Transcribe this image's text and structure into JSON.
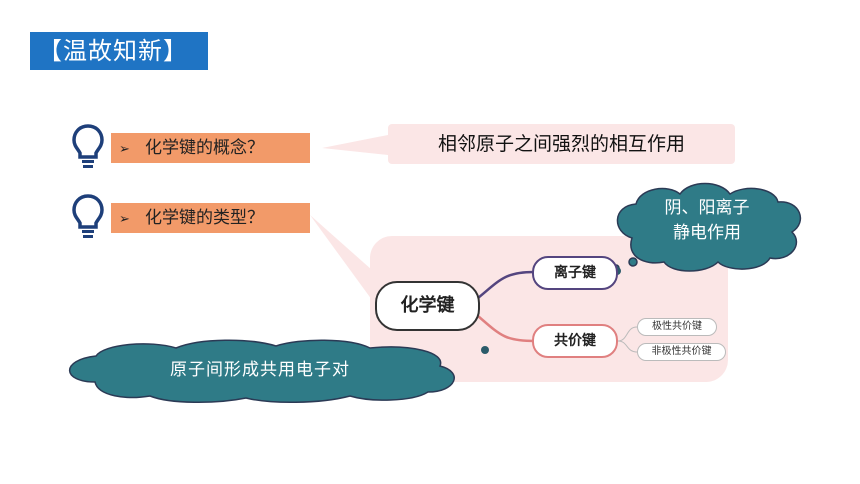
{
  "slide": {
    "title": "【温故知新】",
    "questions": [
      {
        "label": "化学键的概念？"
      },
      {
        "label": "化学键的类型？"
      }
    ],
    "bullet_glyph": "➢",
    "answer_definition": "相邻原子之间强烈的相互作用",
    "mindmap": {
      "center": "化学键",
      "ionic": "离子键",
      "covalent": "共价键",
      "covalent_children": [
        "极性共价键",
        "非极性共价键"
      ]
    },
    "cloud_ionic_line1": "阴、阳离子",
    "cloud_ionic_line2": "静电作用",
    "cloud_covalent": "原子间形成共用电子对"
  },
  "colors": {
    "title_bg": "#1f74c4",
    "question_bg": "#f29a69",
    "answer_bg": "#fbe6e6",
    "cloud_fill": "#2f7b87",
    "bulb": "#1e3f7a"
  },
  "icons": [
    "lightbulb-icon",
    "lightbulb-icon"
  ]
}
